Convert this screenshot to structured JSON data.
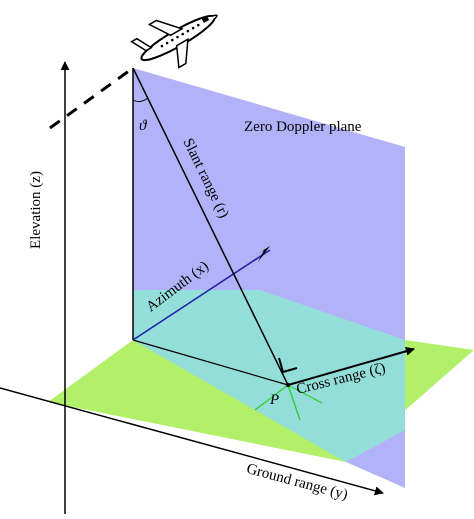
{
  "labels": {
    "elevation": "Elevation (z)",
    "zero_doppler_plane": "Zero Doppler plane",
    "slant_range": "Slant range (r)",
    "azimuth": "Azimuth (x)",
    "cross_range": "Cross range (ζ)",
    "ground_range": "Ground range (y)",
    "theta": "ϑ",
    "point": "P"
  },
  "colors": {
    "zero_doppler_plane": "#aaaaf8",
    "ground_plane": "#b2f06a",
    "overlap_region": "#8fe6d6",
    "azimuth_line": "#2222aa",
    "green_lines": "#33cc33",
    "axis": "#000000"
  },
  "icons": {
    "aircraft": "airplane-icon"
  }
}
